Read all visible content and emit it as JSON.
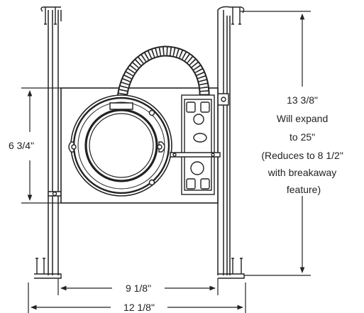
{
  "dimensions": {
    "height_label": "6 3/4\"",
    "span_label": "13 3/8\"",
    "span_notes": [
      "Will expand",
      "to 25\"",
      "(Reduces to 8 1/2\"",
      "with breakaway",
      "feature)"
    ],
    "inner_width_label": "9 1/8\"",
    "outer_width_label": "12 1/8\""
  },
  "colors": {
    "ink": "#222222",
    "paper": "#ffffff"
  }
}
